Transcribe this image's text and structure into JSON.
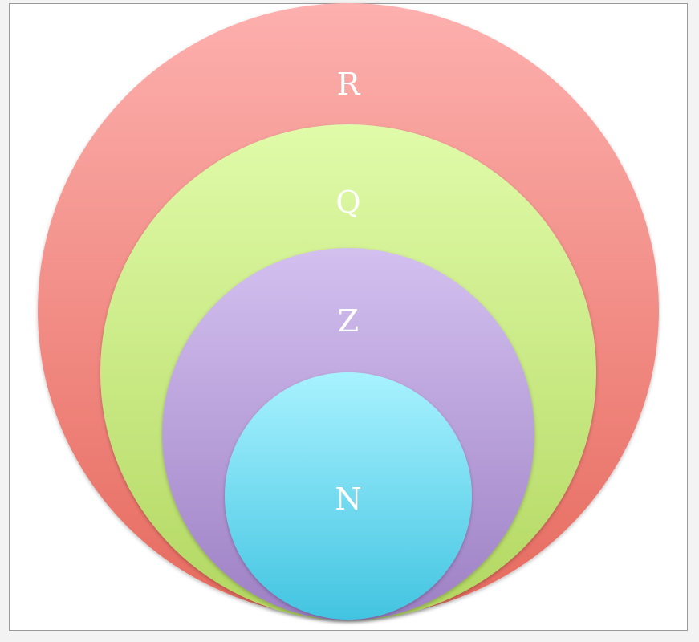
{
  "diagram": {
    "sets": [
      {
        "id": "R",
        "label": "R",
        "color_top": "#fdb0ae",
        "color_bottom": "#e66a5e"
      },
      {
        "id": "Q",
        "label": "Q",
        "color_top": "#e0fba9",
        "color_bottom": "#b2d760"
      },
      {
        "id": "Z",
        "label": "Z",
        "color_top": "#d3c0ef",
        "color_bottom": "#9d80c4"
      },
      {
        "id": "N",
        "label": "N",
        "color_top": "#a8f2ff",
        "color_bottom": "#42c4e1"
      }
    ],
    "relationship": "nested"
  }
}
